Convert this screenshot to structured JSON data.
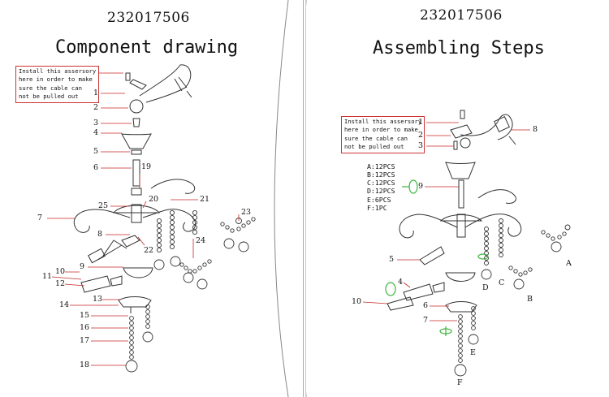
{
  "left_panel": {
    "product_code": "232017506",
    "title": "Component drawing",
    "note": "Install this assersory\nhere in order to make\nsure the cable can\nnot be pulled out",
    "part_labels": [
      "1",
      "2",
      "3",
      "4",
      "5",
      "6",
      "19",
      "25",
      "20",
      "21",
      "7",
      "23",
      "8",
      "22",
      "24",
      "10",
      "9",
      "11",
      "12",
      "13",
      "14",
      "15",
      "16",
      "17",
      "18"
    ]
  },
  "right_panel": {
    "product_code": "232017506",
    "title": "Assembling Steps",
    "note": "Install this assersory\nhere in order to make\nsure the cable can\nnot be pulled out",
    "step_labels": [
      "1",
      "2",
      "3",
      "8",
      "9",
      "5",
      "4",
      "10",
      "6",
      "7"
    ],
    "letter_labels": [
      "A",
      "B",
      "C",
      "D",
      "E",
      "F"
    ],
    "parts_list": [
      "A:12PCS",
      "B:12PCS",
      "C:12PCS",
      "D:12PCS",
      "E:6PCS",
      "F:1PC"
    ]
  },
  "colors": {
    "leader": "#c62828",
    "divider_left": "#6fcf6f",
    "divider_right": "#c9c9c9",
    "arrow_hint": "#3db53d"
  }
}
